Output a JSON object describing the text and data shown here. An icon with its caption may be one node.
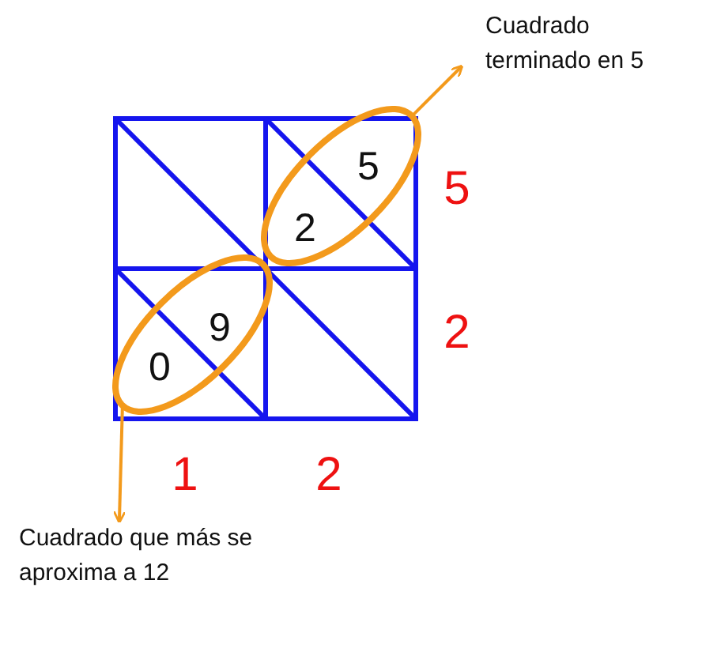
{
  "diagram": {
    "nodes": [
      {
        "text": [
          "5",
          "2"
        ]
      },
      {
        "text": [
          "Cuadrado terminado en 5"
        ]
      },
      {
        "text": [
          "9",
          "0"
        ]
      },
      {
        "text": [
          "Cuadrado que más se aproxima a 12"
        ]
      }
    ],
    "edges": [
      {
        "from": 0,
        "to": 1,
        "arrow": "to"
      },
      {
        "from": 2,
        "to": 3,
        "arrow": "to"
      }
    ],
    "labels": [
      "5",
      "2",
      "1",
      "2"
    ]
  }
}
